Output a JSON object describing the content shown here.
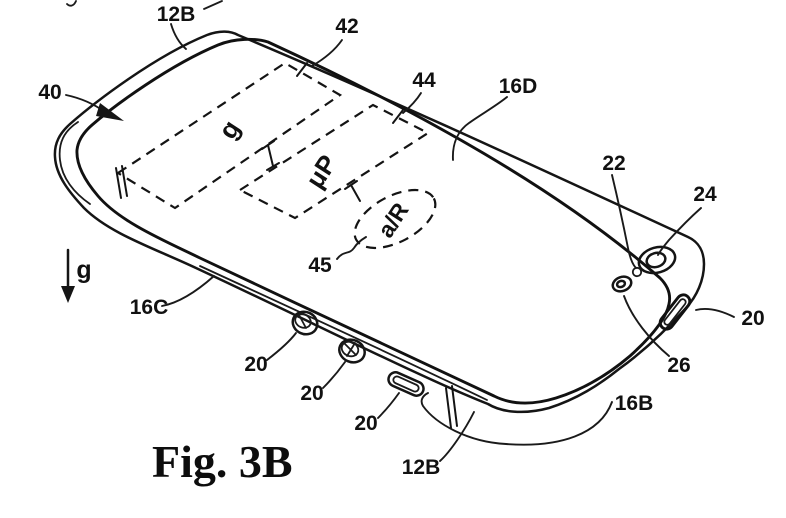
{
  "figure": {
    "caption": "Fig. 3B"
  },
  "gravity": {
    "symbol": "g"
  },
  "components": {
    "gyro": "g",
    "microprocessor": "μP",
    "accel_rotation": "a/R"
  },
  "labels": {
    "band_12b_top": "12B",
    "ref_42": "42",
    "ref_44": "44",
    "ref_16d": "16D",
    "ref_40": "40",
    "ref_22": "22",
    "ref_24": "24",
    "ref_20_power": "20",
    "ref_26": "26",
    "ref_16b": "16B",
    "ref_16c": "16C",
    "ref_20_vol1": "20",
    "ref_20_vol2": "20",
    "ref_20_mute": "20",
    "band_12b_bottom": "12B",
    "ref_45": "45"
  }
}
